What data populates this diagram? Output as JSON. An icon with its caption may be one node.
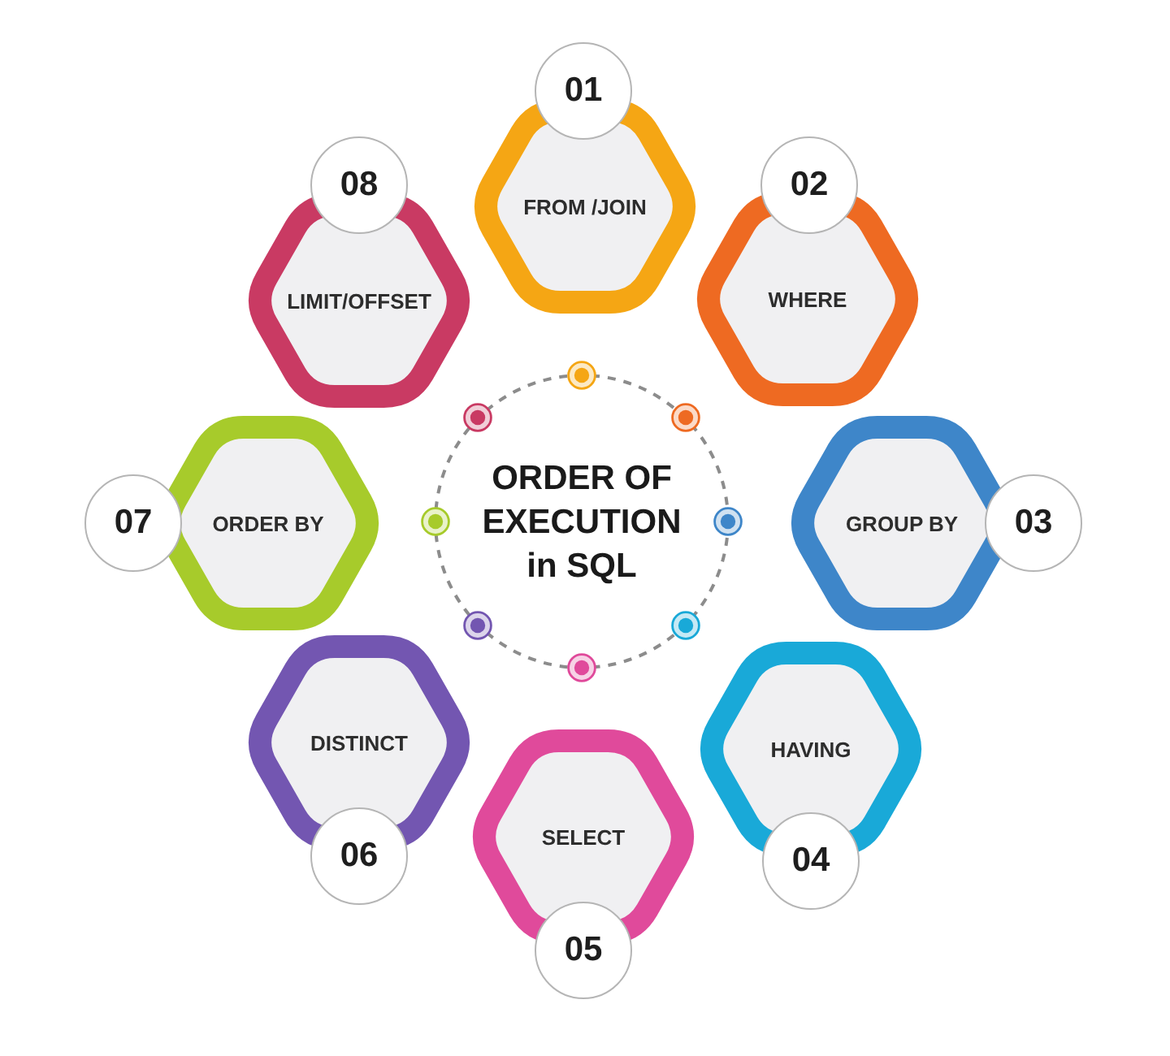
{
  "diagram": {
    "nodes": [
      {
        "text": [
          "ORDER OF EXECUTION in SQL"
        ]
      },
      {
        "text": [
          "01"
        ]
      },
      {
        "text": [
          "FROM /JOIN"
        ]
      },
      {
        "text": [
          "02"
        ]
      },
      {
        "text": [
          "WHERE"
        ]
      },
      {
        "text": [
          "03"
        ]
      },
      {
        "text": [
          "GROUP BY"
        ]
      },
      {
        "text": [
          "04"
        ]
      },
      {
        "text": [
          "HAVING"
        ]
      },
      {
        "text": [
          "05"
        ]
      },
      {
        "text": [
          "SELECT"
        ]
      },
      {
        "text": [
          "06"
        ]
      },
      {
        "text": [
          "DISTINCT"
        ]
      },
      {
        "text": [
          "07"
        ]
      },
      {
        "text": [
          "ORDER BY"
        ]
      },
      {
        "text": [
          "08"
        ]
      },
      {
        "text": [
          "LIMIT/OFFSET"
        ]
      }
    ]
  }
}
